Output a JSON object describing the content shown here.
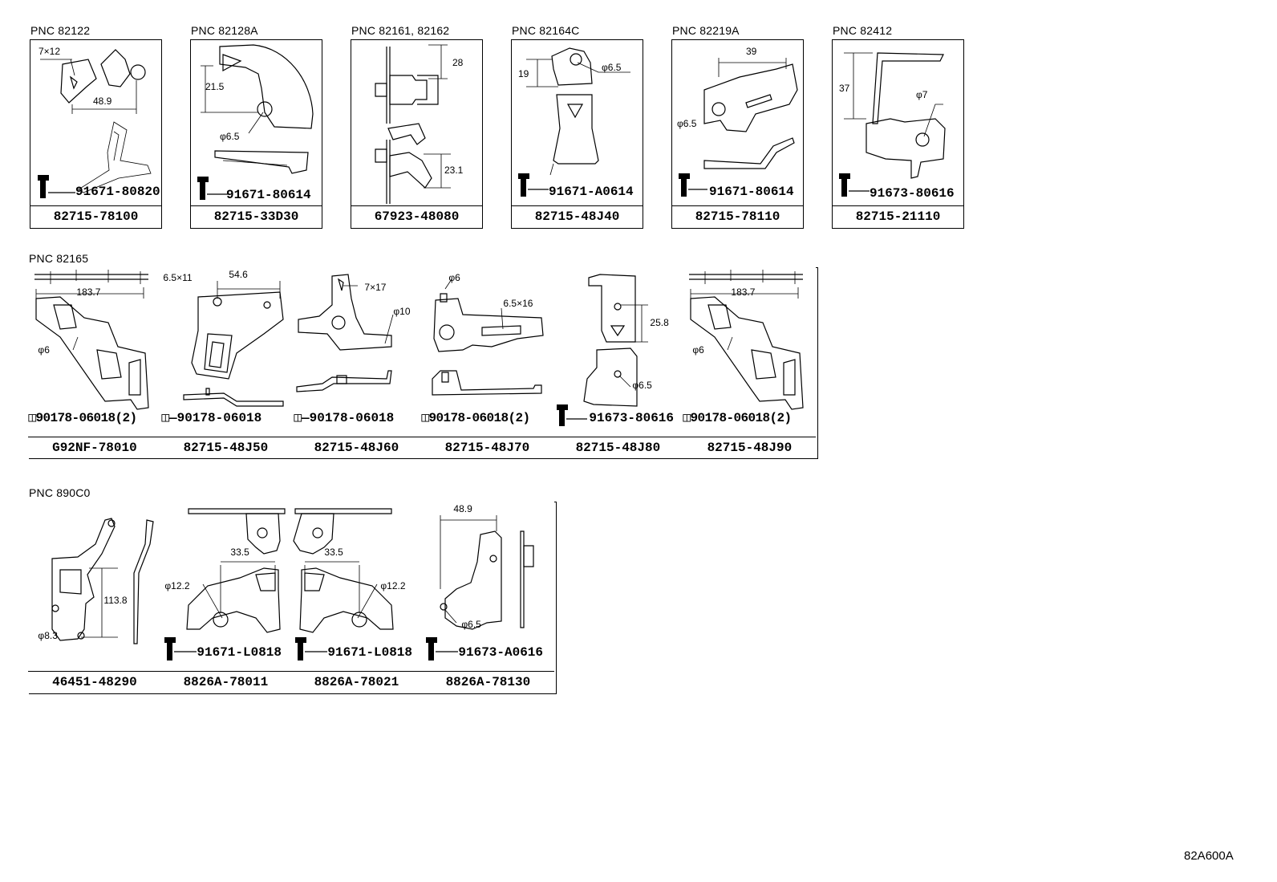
{
  "rows": [
    {
      "pnc": [
        "PNC 82122",
        "PNC 82128A",
        "PNC 82161, 82162",
        "PNC 82164C",
        "PNC 82219A",
        "PNC 82412"
      ],
      "cells": [
        {
          "part": "82715-78100",
          "fastener": "91671-80820",
          "dims": [
            "7×12",
            "48.9"
          ]
        },
        {
          "part": "82715-33D30",
          "fastener": "91671-80614",
          "dims": [
            "21.5",
            "φ6.5"
          ]
        },
        {
          "part": "67923-48080",
          "fastener": "",
          "dims": [
            "28",
            "23.1"
          ]
        },
        {
          "part": "82715-48J40",
          "fastener": "91671-A0614",
          "dims": [
            "19",
            "φ6.5"
          ]
        },
        {
          "part": "82715-78110",
          "fastener": "91671-80614",
          "dims": [
            "39",
            "φ6.5"
          ]
        },
        {
          "part": "82715-21110",
          "fastener": "91673-80616",
          "dims": [
            "37",
            "φ7"
          ]
        }
      ]
    },
    {
      "pnc": [
        "PNC 82165"
      ],
      "cells": [
        {
          "part": "G92NF-78010",
          "fastener": "90178-06018(2)",
          "dims": [
            "183.7",
            "φ6"
          ]
        },
        {
          "part": "82715-48J50",
          "fastener": "90178-06018",
          "dims": [
            "6.5×11",
            "54.6"
          ]
        },
        {
          "part": "82715-48J60",
          "fastener": "90178-06018",
          "dims": [
            "7×17",
            "φ10"
          ]
        },
        {
          "part": "82715-48J70",
          "fastener": "90178-06018(2)",
          "dims": [
            "φ6",
            "6.5×16"
          ]
        },
        {
          "part": "82715-48J80",
          "fastener": "91673-80616",
          "dims": [
            "25.8",
            "φ6.5"
          ]
        },
        {
          "part": "82715-48J90",
          "fastener": "90178-06018(2)",
          "dims": [
            "183.7",
            "φ6"
          ]
        }
      ]
    },
    {
      "pnc": [
        "PNC 890C0"
      ],
      "cells": [
        {
          "part": "46451-48290",
          "fastener": "",
          "dims": [
            "113.8",
            "φ8.3"
          ]
        },
        {
          "part": "8826A-78011",
          "fastener": "91671-L0818",
          "dims": [
            "33.5",
            "φ12.2"
          ]
        },
        {
          "part": "8826A-78021",
          "fastener": "91671-L0818",
          "dims": [
            "33.5",
            "φ12.2"
          ]
        },
        {
          "part": "8826A-78130",
          "fastener": "91673-A0616",
          "dims": [
            "48.9",
            "φ6.5"
          ]
        }
      ]
    }
  ],
  "illustration_code": "82A600A"
}
